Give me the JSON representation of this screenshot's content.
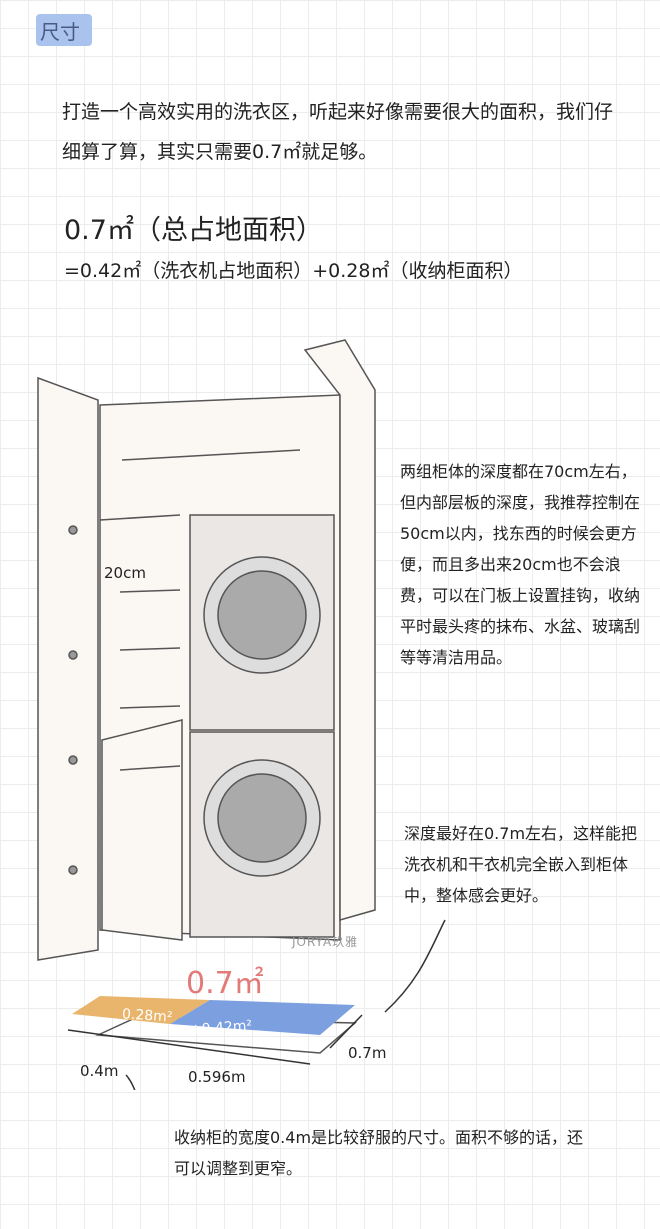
{
  "section_tag": "尺寸",
  "intro": "打造一个高效实用的洗衣区，听起来好像需要很大的面积，我们仔细算了算，其实只需要0.7㎡就足够。",
  "formula": {
    "total": "0.7㎡（总占地面积）",
    "breakdown": "=0.42㎡（洗衣机占地面积）+0.28㎡（收纳柜面积）"
  },
  "illustration": {
    "shelf_depth_label": "20cm",
    "watermark": "JORYA玖雅",
    "total_area": "0.7㎡",
    "cabinet_area": "0.28m²",
    "washer_area": "+0.42m²",
    "width_cabinet": "0.4m",
    "width_washer": "0.596m",
    "depth": "0.7m",
    "colors": {
      "cabinet": "#e9b56c",
      "washer": "#7c9fe0",
      "total": "#e27a78"
    }
  },
  "notes": {
    "depth_note": "两组柜体的深度都在70cm左右，但内部层板的深度，我推荐控制在50cm以内，找东西的时候会更方便，而且多出来20cm也不会浪费，可以在门板上设置挂钩，收纳平时最头疼的抹布、水盆、玻璃刮等等清洁用品。",
    "depth_best": "深度最好在0.7m左右，这样能把洗衣机和干衣机完全嵌入到柜体中，整体感会更好。",
    "width_note": "收纳柜的宽度0.4m是比较舒服的尺寸。面积不够的话，还可以调整到更窄。"
  }
}
